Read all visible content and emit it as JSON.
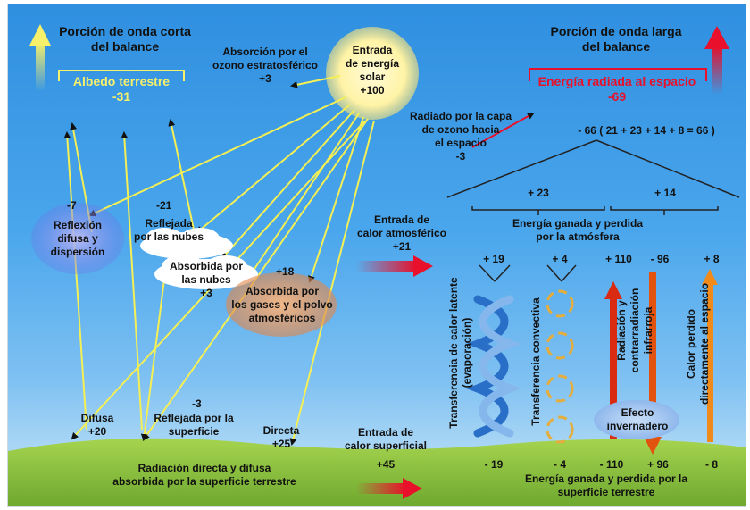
{
  "shortwave": {
    "title_line1": "Porción de onda corta",
    "title_line2": "del balance",
    "albedo_label": "Albedo terrestre",
    "albedo_value": "-31"
  },
  "longwave": {
    "title_line1": "Porción de onda larga",
    "title_line2": "del balance",
    "radiated_label": "Energía radiada al espacio",
    "radiated_value": "-69"
  },
  "sun": {
    "line1": "Entrada",
    "line2": "de energía",
    "line3": "solar",
    "value": "+100"
  },
  "ozone_absorption": {
    "line1": "Absorción por el",
    "line2": "ozono estratosférico",
    "value": "+3"
  },
  "ozone_radiated": {
    "line1": "Radiado por la capa",
    "line2": "de ozono hacia",
    "line3": "el espacio",
    "value": "-3"
  },
  "sum_equation": "- 66 ( 21 + 23 + 14 + 8 = 66 )",
  "reflection": {
    "value": "-7",
    "line1": "Reflexión",
    "line2": "difusa y",
    "line3": "dispersión"
  },
  "clouds_reflected": {
    "value": "-21",
    "line1": "Reflejada",
    "line2": "por las nubes"
  },
  "clouds_absorbed": {
    "line1": "Absorbida por",
    "line2": "las nubes",
    "value": "+3"
  },
  "gases_absorbed": {
    "value": "+18",
    "line1": "Absorbida por",
    "line2": "los gases y el polvo",
    "line3": "atmosféricos"
  },
  "atmos_heat": {
    "line1": "Entrada de",
    "line2": "calor atmosférico",
    "value": "+21"
  },
  "atmosphere": {
    "val_23": "+ 23",
    "val_14": "+ 14",
    "line1": "Energía ganada y perdida",
    "line2": "por la atmósfera",
    "top_values": [
      "+ 19",
      "+ 4",
      "+ 110",
      "- 96",
      "+ 8"
    ]
  },
  "columns": {
    "latent_line1": "Transferencia de calor latente",
    "latent_line2": "(evaporación)",
    "convective": "Transferencia convectiva",
    "radiation_line1": "Radiación y",
    "radiation_line2": "contrarradiación",
    "radiation_line3": "infrarroja",
    "lost_line1": "Calor perdido",
    "lost_line2": "directamente al espacio"
  },
  "greenhouse": {
    "line1": "Efecto",
    "line2": "invernadero"
  },
  "surface_reflected": {
    "value": "-3",
    "line1": "Reflejada por la",
    "line2": "superficie"
  },
  "diffuse": {
    "label": "Difusa",
    "value": "+20"
  },
  "direct": {
    "label": "Directa",
    "value": "+25"
  },
  "surface_heat": {
    "line1": "Entrada de",
    "line2": "calor superficial",
    "value": "+45"
  },
  "ground": {
    "line1": "Radiación directa y difusa",
    "line2": "absorbida por la superficie terrestre"
  },
  "surface_balance": {
    "bottom_values": [
      "- 19",
      "- 4",
      "- 110",
      "+ 96",
      "- 8"
    ],
    "line1": "Energía ganada y perdida por la",
    "line2": "superficie terrestre"
  },
  "colors": {
    "sky": "#3a97e6",
    "ground": "#8cc63f",
    "shortwave_yellow": "#f6f06a",
    "longwave_red": "#e8102a",
    "sun": "#fff3a6",
    "arrow_yellow": "#f4ef55"
  }
}
